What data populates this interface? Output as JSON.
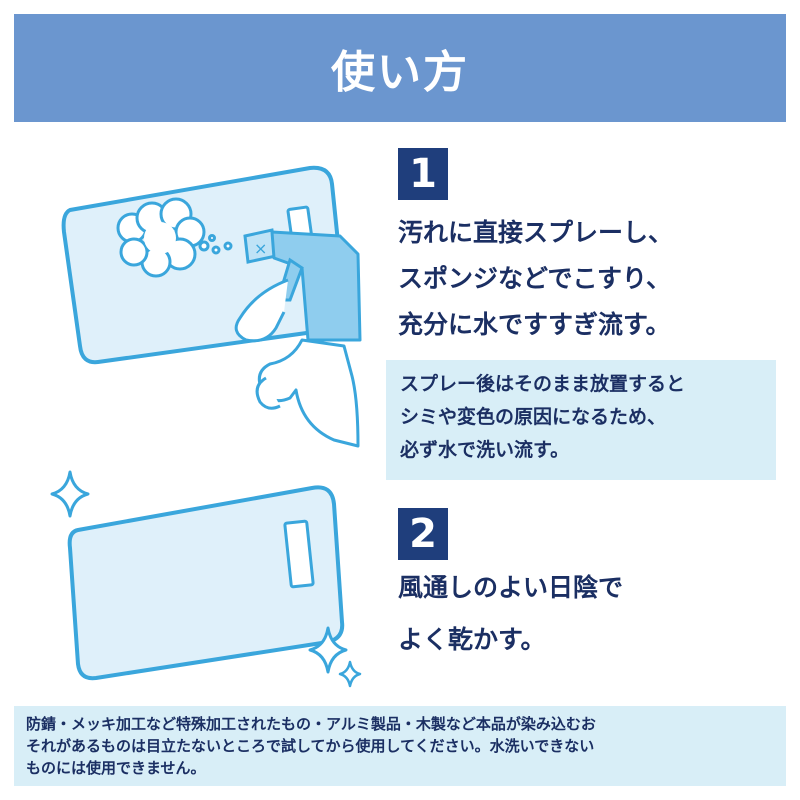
{
  "header": {
    "title": "使い方"
  },
  "step1": {
    "number": "1",
    "lines": [
      "汚れに直接スプレーし、",
      "スポンジなどでこすり、",
      "充分に水ですすぎ流す。"
    ]
  },
  "note": {
    "lines": [
      "スプレー後はそのまま放置すると",
      "シミや変色の原因になるため、",
      "必ず水で洗い流す。"
    ]
  },
  "step2": {
    "number": "2",
    "lines": [
      "風通しのよい日陰で",
      "よく乾かす。"
    ]
  },
  "footer": {
    "lines": [
      "防錆・メッキ加工など特殊加工されたもの・アルミ製品・木製など本品が染み込むお",
      "それがあるものは目立たないところで試してから使用してください。水洗いできない",
      "ものには使用できません。"
    ]
  },
  "colors": {
    "header_bg": "#6b96cf",
    "number_bg": "#1f3e7c",
    "text": "#1b2f63",
    "note_bg": "#d8eef7",
    "illustration_stroke": "#3aa6dc"
  },
  "icons": [
    "spray-bottle-icon",
    "hand-icon",
    "foam-icon",
    "cutting-board-icon",
    "sparkle-icon"
  ]
}
